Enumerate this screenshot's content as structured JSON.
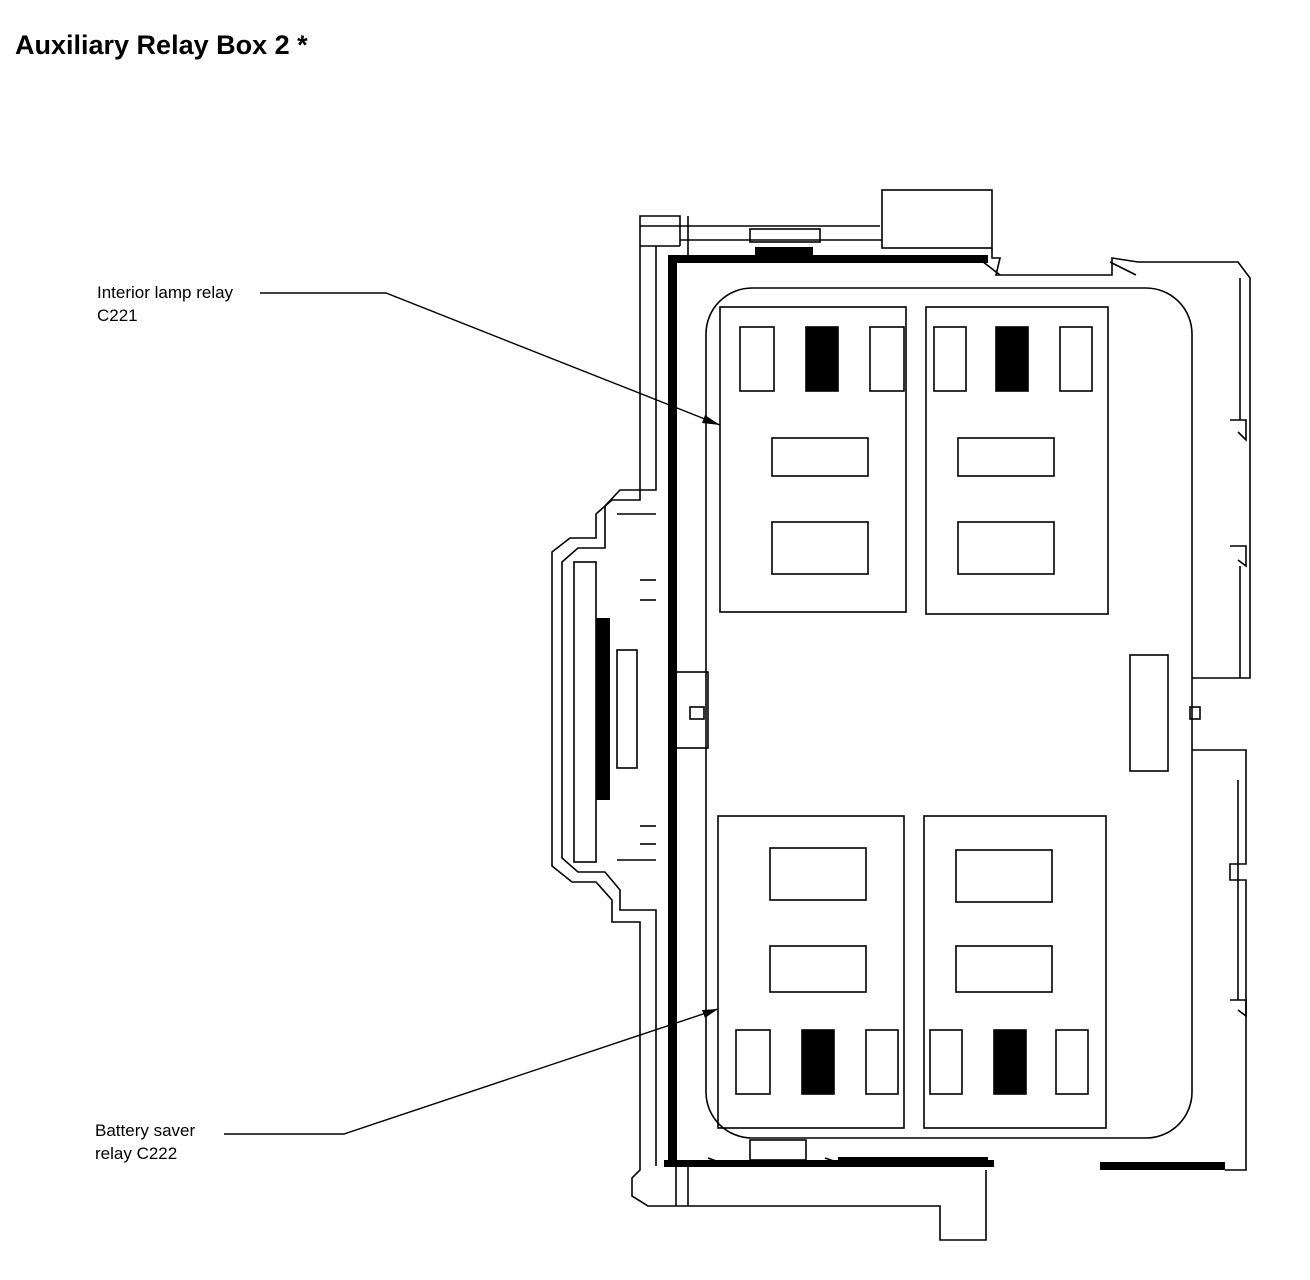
{
  "title": "Auxiliary Relay Box 2 *",
  "labels": {
    "interior_lamp_relay": {
      "line1": "Interior lamp relay",
      "line2": "C221"
    },
    "battery_saver_relay": {
      "line1": "Battery saver",
      "line2": "relay C222"
    }
  }
}
